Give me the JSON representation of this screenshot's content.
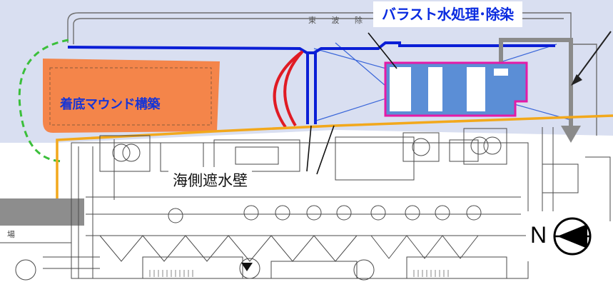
{
  "labels": {
    "title": "バラスト水処理･除染",
    "mound": "着底マウンド構築",
    "seawall": "海側遮水壁",
    "top_faint": "東 波 除",
    "side_faint": "場"
  },
  "compass": {
    "letter": "N"
  },
  "colors": {
    "sea": "#d9dff1",
    "mound": "#f4854a",
    "blue_line": "#0b1fd6",
    "red_arc": "#e01b24",
    "orange_line": "#f2a81c",
    "green_dash": "#3bbf3b",
    "ship_outline": "#e41aa7",
    "ship_fill": "#5b8ed6",
    "gray_arrow": "#8a8a8a",
    "drawing": "#4a4a4a"
  }
}
